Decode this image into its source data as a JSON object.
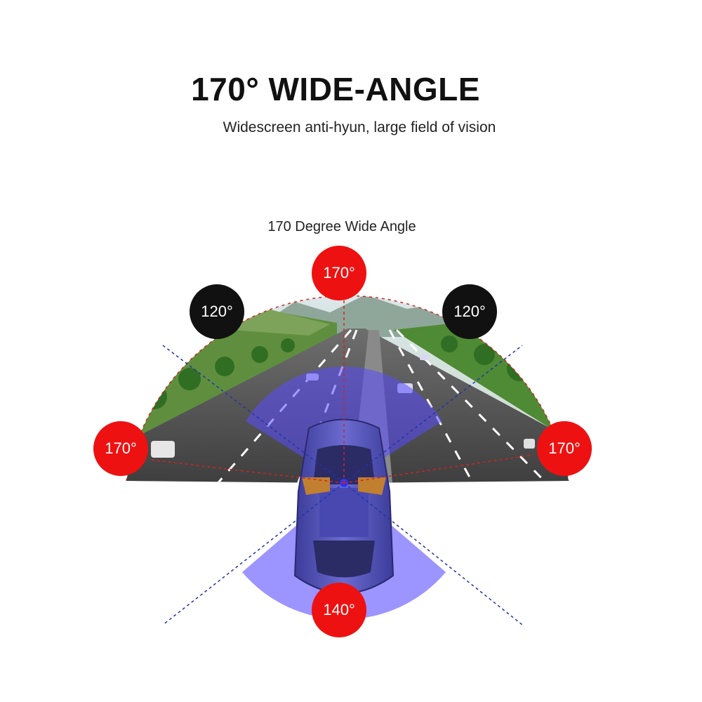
{
  "header": {
    "title": "170° WIDE-ANGLE",
    "subtitle": "Widescreen anti-hyun, large field of vision"
  },
  "diagram": {
    "caption": "170 Degree Wide Angle",
    "badges": {
      "top": "170°",
      "left_mid": "120°",
      "right_mid": "120°",
      "left": "170°",
      "right": "170°",
      "rear": "140°"
    }
  },
  "colors": {
    "badge_red": "#ee1111",
    "badge_black": "#111111",
    "blue_zone": "#5a4dff",
    "dashed_red": "#d22222",
    "dashed_blue": "#2233aa"
  }
}
